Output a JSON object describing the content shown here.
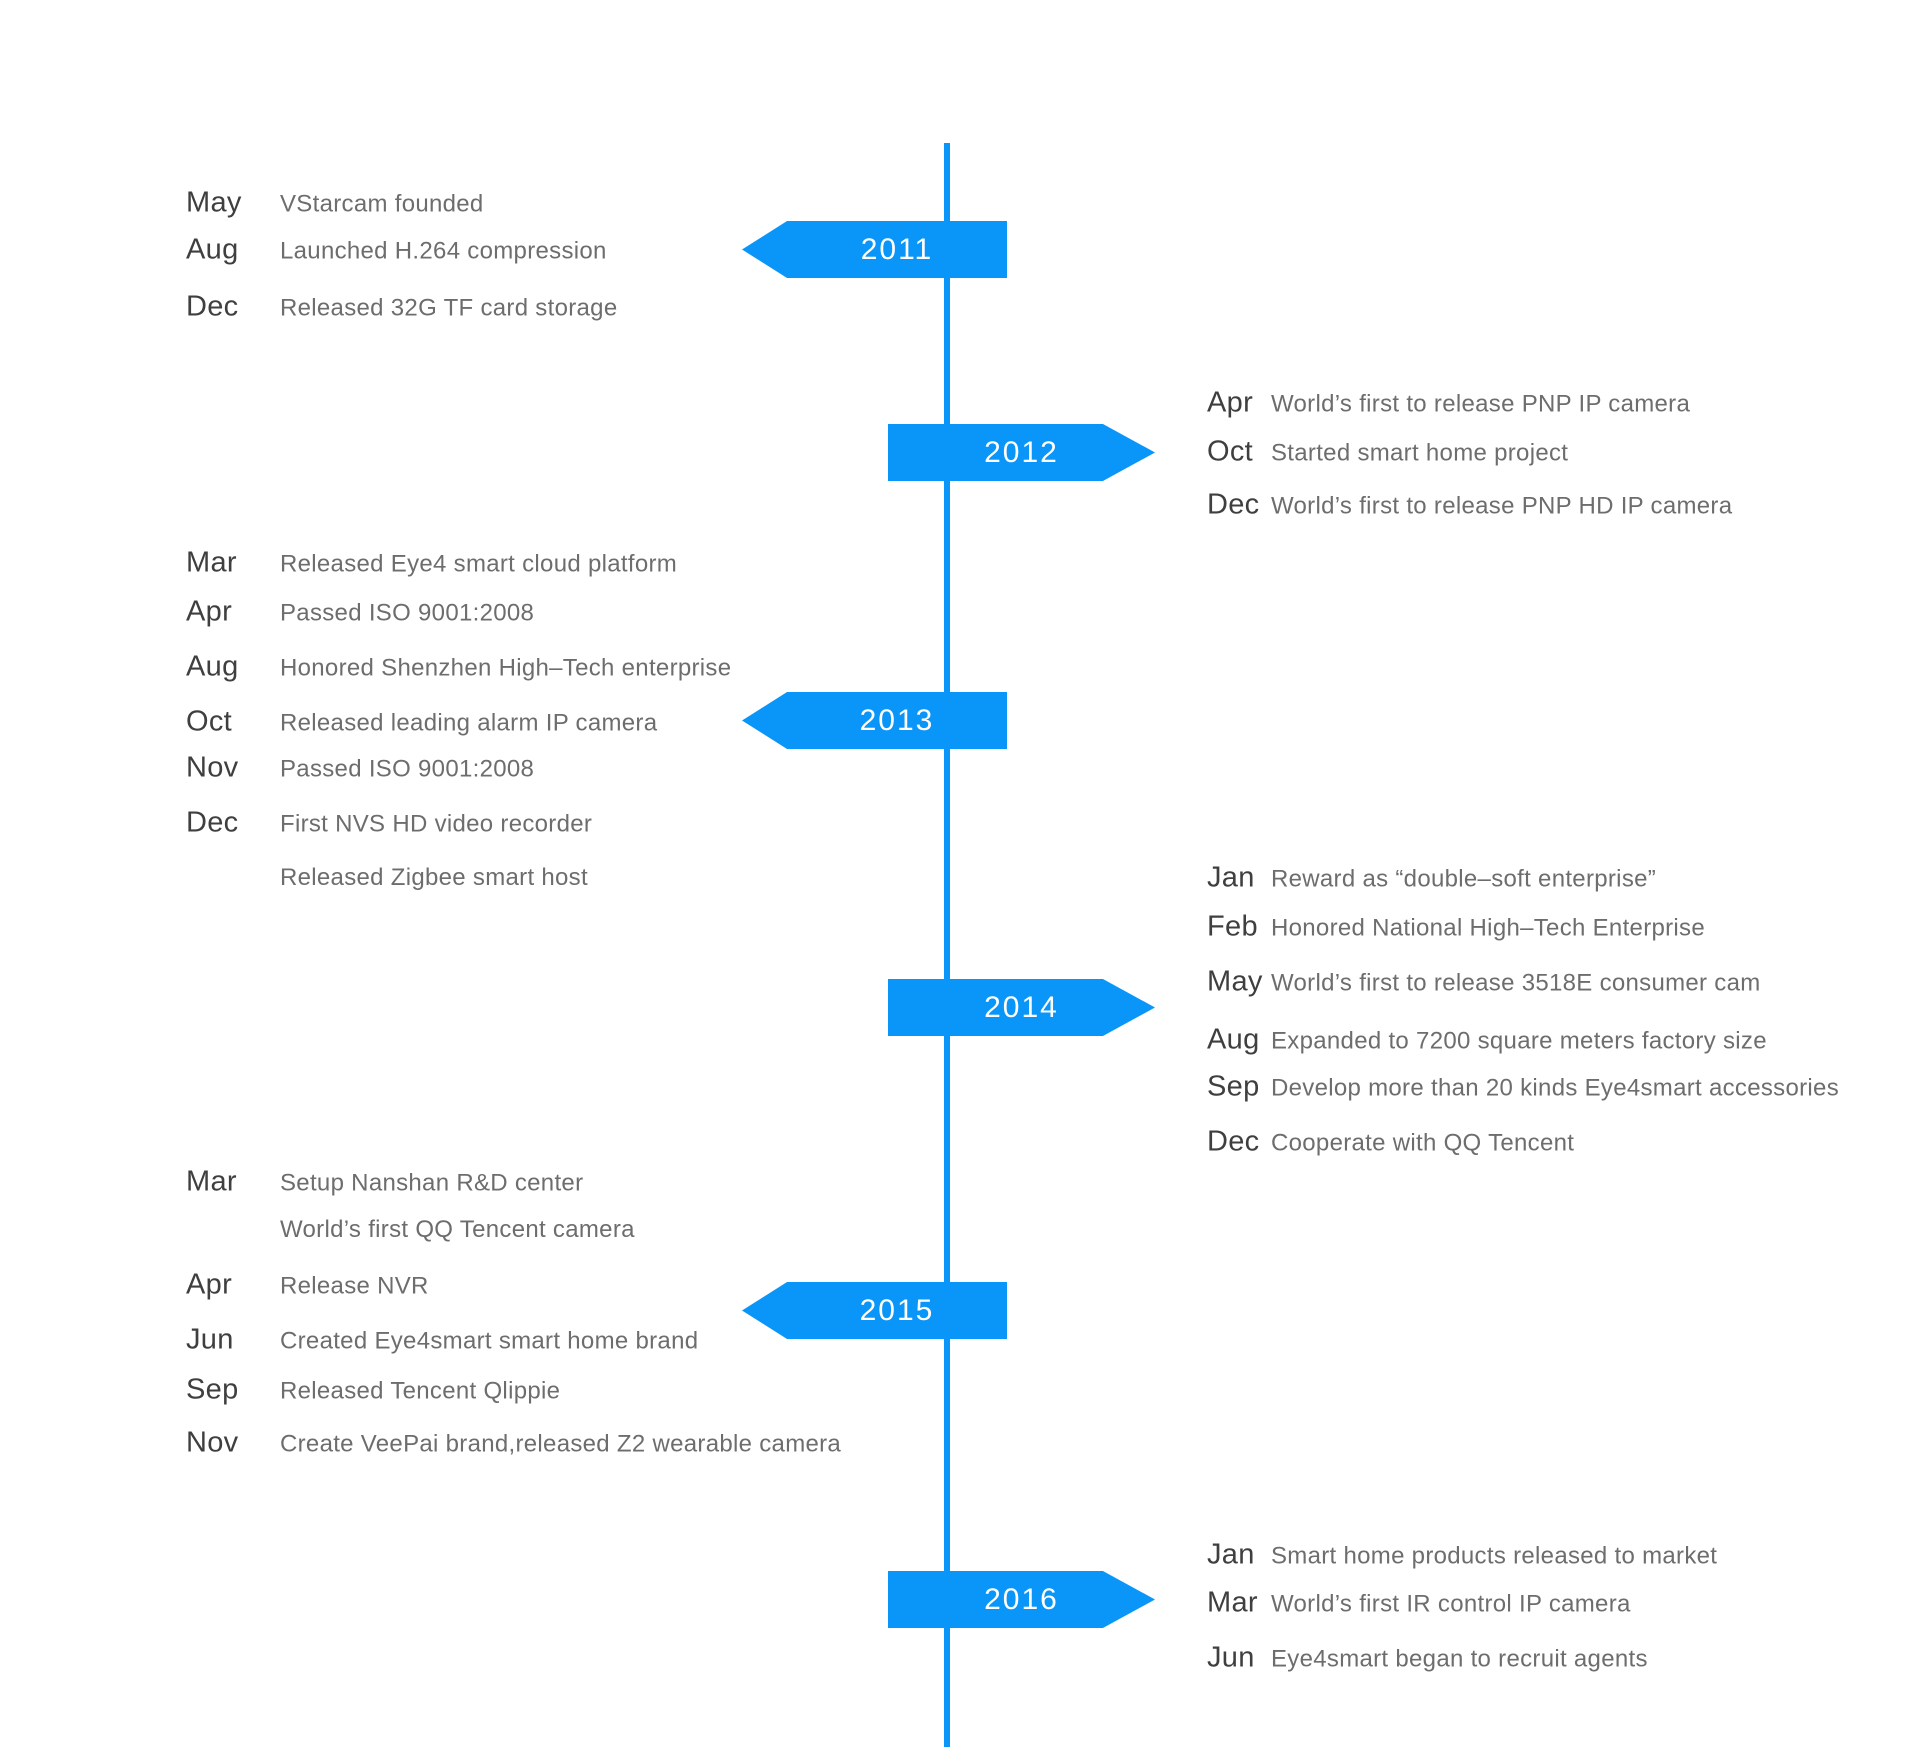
{
  "colors": {
    "accent": "#0a96f8"
  },
  "timeline": {
    "groups": [
      {
        "year": "2011",
        "side": "left",
        "events": [
          {
            "month": "May",
            "text": "VStarcam founded"
          },
          {
            "month": "Aug",
            "text": "Launched H.264 compression"
          },
          {
            "month": "Dec",
            "text": "Released 32G TF card storage"
          }
        ]
      },
      {
        "year": "2012",
        "side": "right",
        "events": [
          {
            "month": "Apr",
            "text": "World’s first to release PNP IP camera"
          },
          {
            "month": "Oct",
            "text": "Started smart home project"
          },
          {
            "month": "Dec",
            "text": "World’s first to release PNP HD IP camera"
          }
        ]
      },
      {
        "year": "2013",
        "side": "left",
        "events": [
          {
            "month": "Mar",
            "text": "Released Eye4 smart cloud platform"
          },
          {
            "month": "Apr",
            "text": "Passed ISO 9001:2008"
          },
          {
            "month": "Aug",
            "text": "Honored Shenzhen High–Tech enterprise"
          },
          {
            "month": "Oct",
            "text": "Released leading alarm IP camera"
          },
          {
            "month": "Nov",
            "text": "Passed ISO 9001:2008"
          },
          {
            "month": "Dec",
            "text": "First NVS HD video recorder"
          },
          {
            "month": "",
            "text": "Released Zigbee smart host"
          }
        ]
      },
      {
        "year": "2014",
        "side": "right",
        "events": [
          {
            "month": "Jan",
            "text": "Reward as “double–soft enterprise”"
          },
          {
            "month": "Feb",
            "text": "Honored National High–Tech Enterprise"
          },
          {
            "month": "May",
            "text": "World’s first to release 3518E consumer cam"
          },
          {
            "month": "Aug",
            "text": "Expanded to 7200 square meters factory size"
          },
          {
            "month": "Sep",
            "text": "Develop more than 20 kinds Eye4smart accessories"
          },
          {
            "month": "Dec",
            "text": "Cooperate with QQ Tencent"
          }
        ]
      },
      {
        "year": "2015",
        "side": "left",
        "events": [
          {
            "month": "Mar",
            "text": "Setup Nanshan R&D center"
          },
          {
            "month": "",
            "text": "World’s first QQ Tencent camera"
          },
          {
            "month": "Apr",
            "text": "Release NVR"
          },
          {
            "month": "Jun",
            "text": "Created Eye4smart smart home brand"
          },
          {
            "month": "Sep",
            "text": "Released Tencent Qlippie"
          },
          {
            "month": "Nov",
            "text": "Create VeePai brand,released Z2 wearable camera"
          }
        ]
      },
      {
        "year": "2016",
        "side": "right",
        "events": [
          {
            "month": "Jan",
            "text": "Smart home products released to market"
          },
          {
            "month": "Mar",
            "text": "World’s first IR control IP camera"
          },
          {
            "month": "Jun",
            "text": "Eye4smart began to recruit agents"
          }
        ]
      }
    ]
  }
}
